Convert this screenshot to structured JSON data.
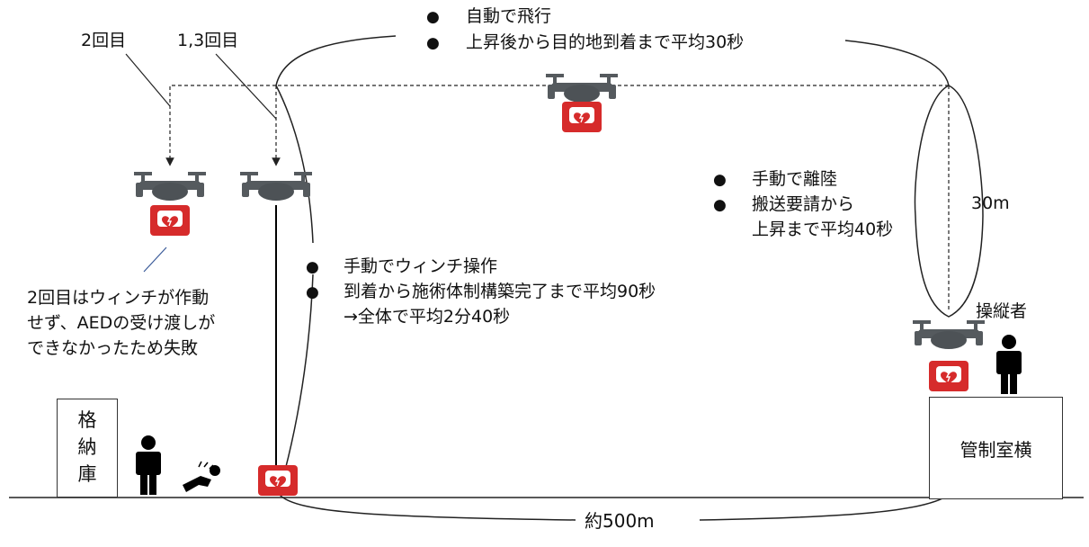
{
  "labels": {
    "second_attempt": "2回目",
    "first_third_attempt": "1,3回目",
    "distance": "約500m",
    "height": "30m",
    "operator": "操縦者",
    "control_room": "管制室横",
    "storage": [
      "格",
      "納",
      "庫"
    ],
    "failure_note": [
      "2回目はウィンチが作動",
      "せず、AEDの受け渡しが",
      "できなかったため失敗"
    ],
    "aed": "AED"
  },
  "flight_notes": [
    "自動で飛行",
    "上昇後から目的地到着まで平均30秒"
  ],
  "takeoff_notes": [
    "手動で離陸",
    "搬送要請から",
    "上昇まで平均40秒"
  ],
  "winch_notes": [
    "手動でウィンチ操作",
    "到着から施術体制構築完了まで平均90秒",
    "→全体で平均2分40秒"
  ],
  "bullet_char": "●",
  "colors": {
    "aed_red": "#d62b2b",
    "drone_gray": "#555a5e",
    "line": "#222222"
  },
  "icons": [
    "drone-icon",
    "aed-icon",
    "person-icon",
    "collapsed-person-icon"
  ]
}
